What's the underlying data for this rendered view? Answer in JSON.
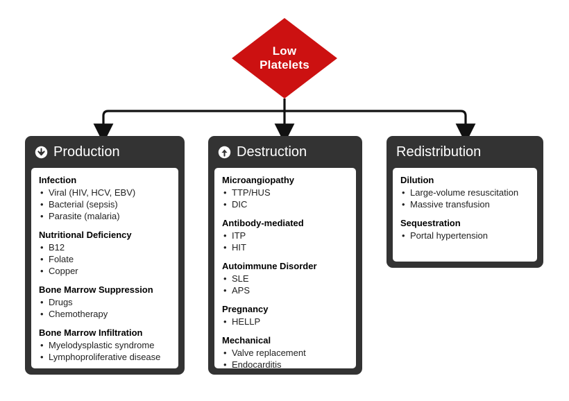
{
  "theme": {
    "accent_red": "#cc1111",
    "header_dark": "#333333",
    "panel_white": "#ffffff",
    "text_dark": "#000000"
  },
  "root": {
    "label_line1": "Low",
    "label_line2": "Platelets",
    "shape": "diamond"
  },
  "columns": [
    {
      "id": "production",
      "icon": "arrow-down-circle-icon",
      "title": "Production",
      "groups": [
        {
          "title": "Infection",
          "items": [
            "Viral (HIV, HCV, EBV)",
            "Bacterial (sepsis)",
            "Parasite (malaria)"
          ]
        },
        {
          "title": "Nutritional Deficiency",
          "items": [
            "B12",
            "Folate",
            "Copper"
          ]
        },
        {
          "title": "Bone Marrow Suppression",
          "items": [
            "Drugs",
            "Chemotherapy"
          ]
        },
        {
          "title": "Bone Marrow Infiltration",
          "items": [
            "Myelodysplastic syndrome",
            "Lymphoproliferative disease"
          ]
        }
      ]
    },
    {
      "id": "destruction",
      "icon": "arrow-up-circle-icon",
      "title": "Destruction",
      "groups": [
        {
          "title": "Microangiopathy",
          "items": [
            "TTP/HUS",
            "DIC"
          ]
        },
        {
          "title": "Antibody-mediated",
          "items": [
            "ITP",
            "HIT"
          ]
        },
        {
          "title": "Autoimmune Disorder",
          "items": [
            "SLE",
            "APS"
          ]
        },
        {
          "title": "Pregnancy",
          "items": [
            "HELLP"
          ]
        },
        {
          "title": "Mechanical",
          "items": [
            "Valve replacement",
            "Endocarditis"
          ]
        }
      ]
    },
    {
      "id": "redistribution",
      "icon": null,
      "title": "Redistribution",
      "groups": [
        {
          "title": "Dilution",
          "items": [
            "Large-volume resuscitation",
            "Massive transfusion"
          ]
        },
        {
          "title": "Sequestration",
          "items": [
            "Portal hypertension"
          ]
        }
      ]
    }
  ]
}
